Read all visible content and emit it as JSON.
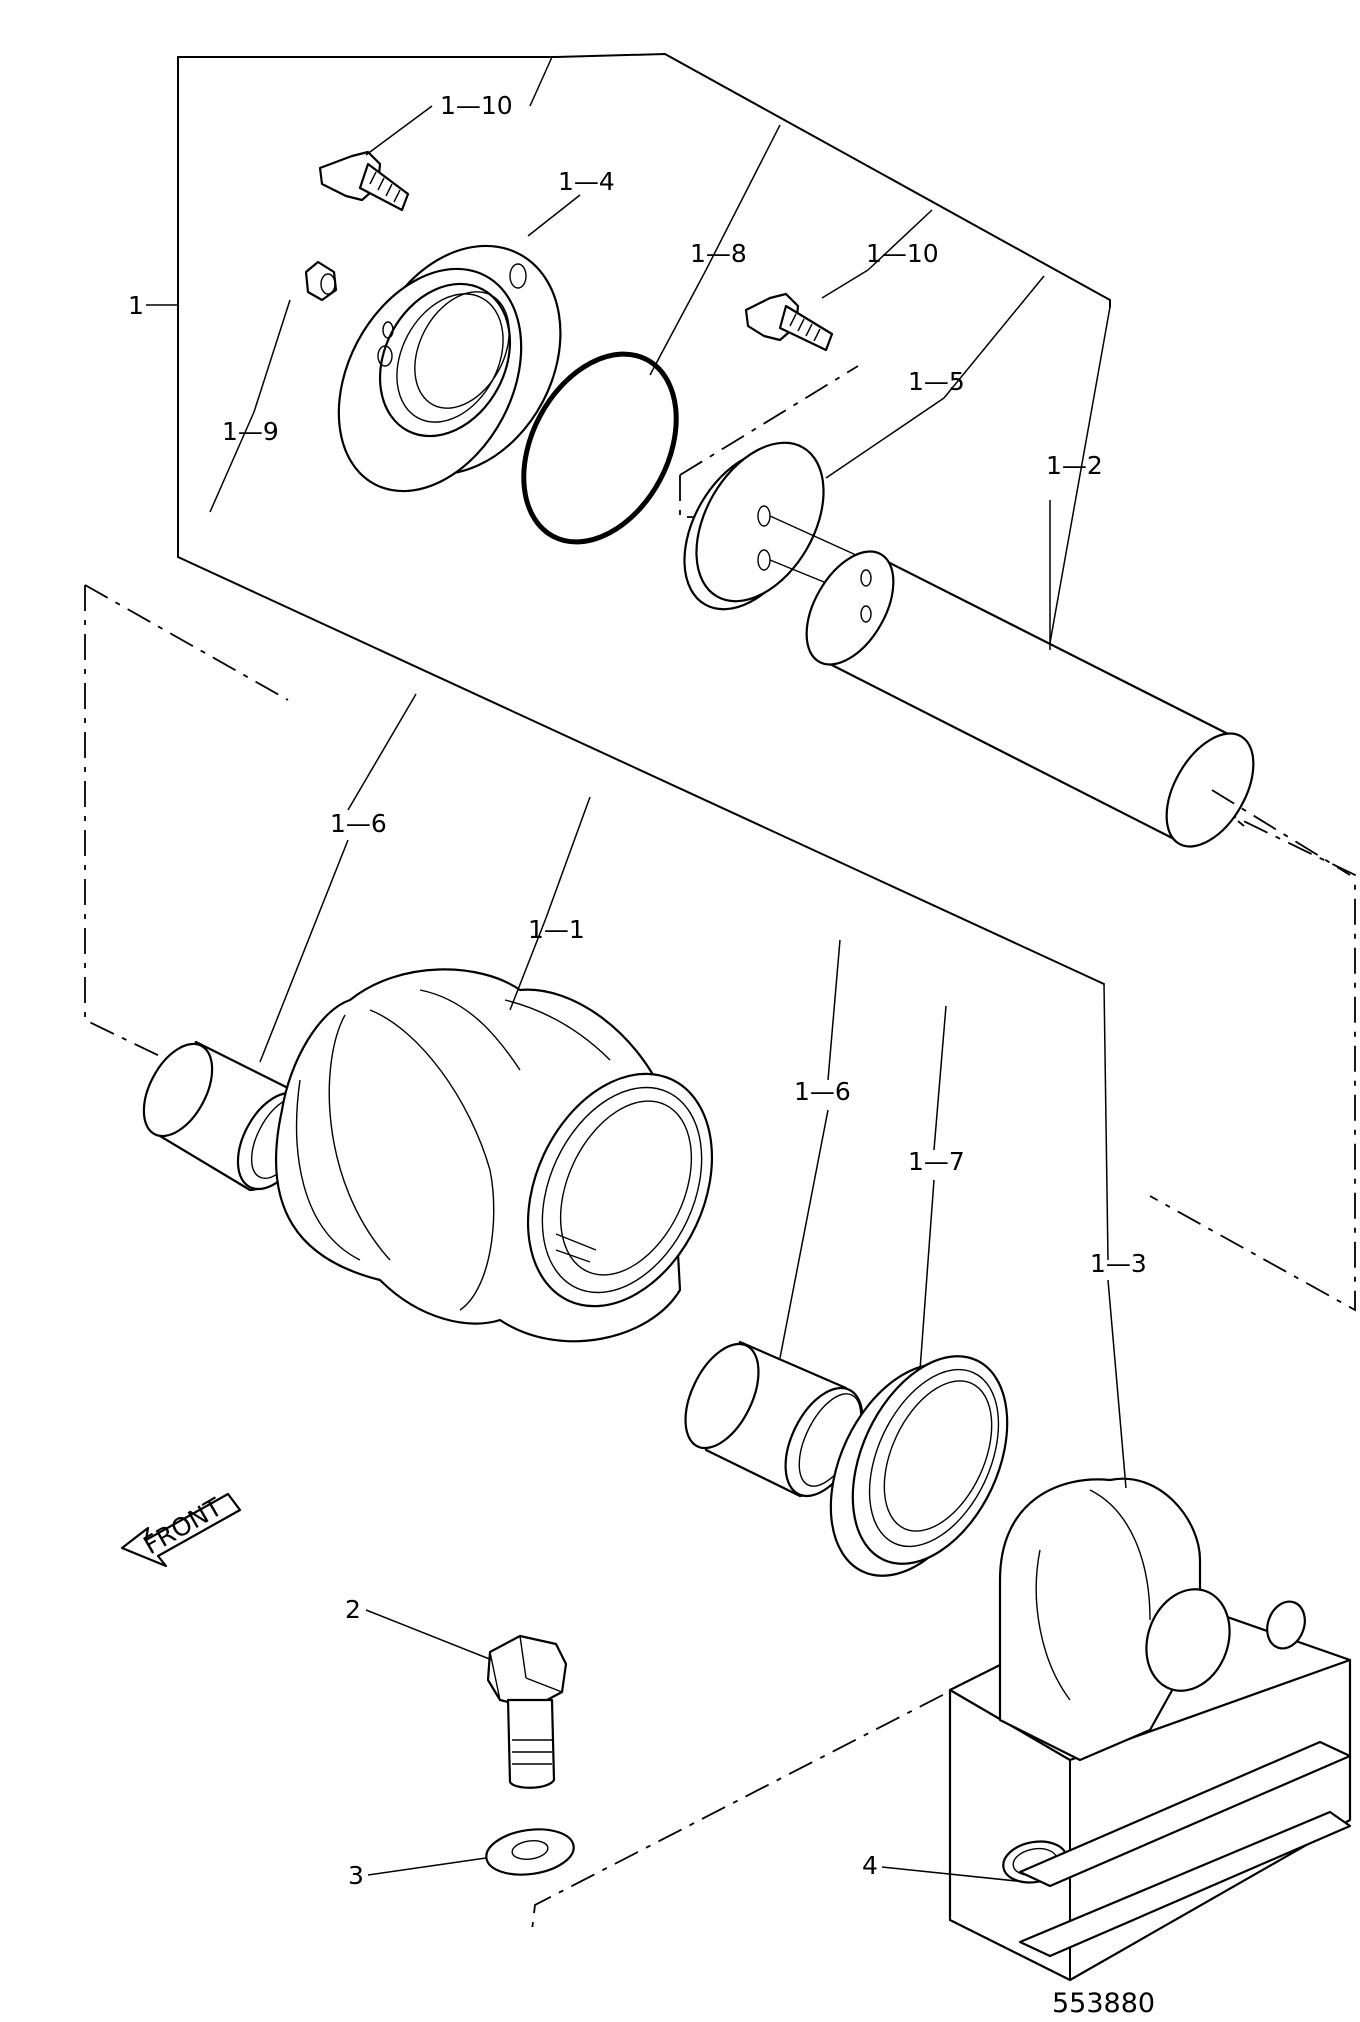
{
  "diagram": {
    "drawing_number": "553880",
    "front_arrow_text": "FRONT",
    "callouts": {
      "c1": "1",
      "c1_1": "1—1",
      "c1_2": "1—2",
      "c1_3": "1—3",
      "c1_4": "1—4",
      "c1_5": "1—5",
      "c1_6a": "1—6",
      "c1_6b": "1—6",
      "c1_7": "1—7",
      "c1_8": "1—8",
      "c1_9": "1—9",
      "c1_10a": "1—10",
      "c1_10b": "1—10",
      "c2": "2",
      "c3": "3",
      "c4": "4"
    }
  }
}
